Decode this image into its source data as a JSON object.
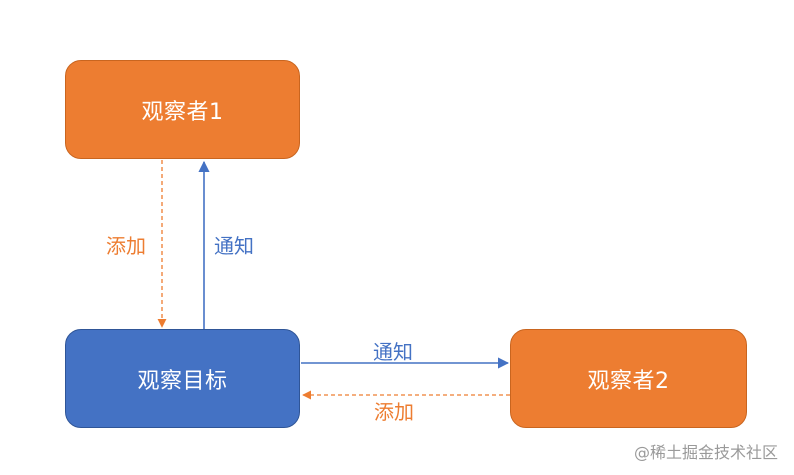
{
  "nodes": {
    "observer1": {
      "label": "观察者1"
    },
    "subject": {
      "label": "观察目标"
    },
    "observer2": {
      "label": "观察者2"
    }
  },
  "edges": {
    "subject_add_observer1": {
      "label": "添加"
    },
    "subject_notify_observer1": {
      "label": "通知"
    },
    "subject_notify_observer2": {
      "label": "通知"
    },
    "subject_add_observer2": {
      "label": "添加"
    }
  },
  "colors": {
    "observer": "#ed7d31",
    "subject": "#4472c4",
    "add_edge": "#ed7d31",
    "notify_edge": "#4472c4"
  },
  "watermark": "@稀土掘金技术社区"
}
